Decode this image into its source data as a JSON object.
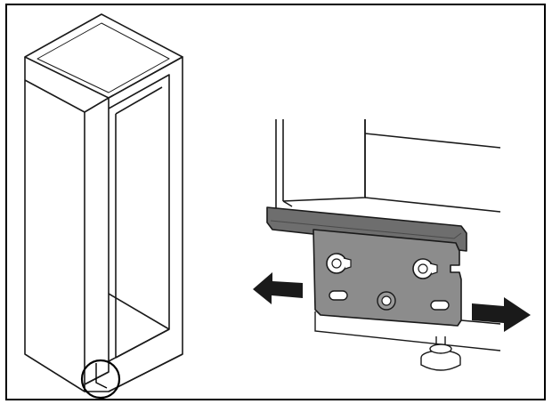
{
  "illustration": {
    "frame_color": "#000000",
    "line_color": "#1a1a1a",
    "bracket_fill": "#8c8c8c",
    "bracket_dark": "#6e6e6e",
    "arrow_fill": "#1a1a1a",
    "background": "#ffffff",
    "parts": {
      "cabinet": "appliance-niche-housing",
      "highlight": "hinge-detail-circle",
      "detail": "lower-hinge-bracket",
      "screws": 2,
      "slots": 2,
      "arrows": [
        "left",
        "right"
      ]
    }
  }
}
